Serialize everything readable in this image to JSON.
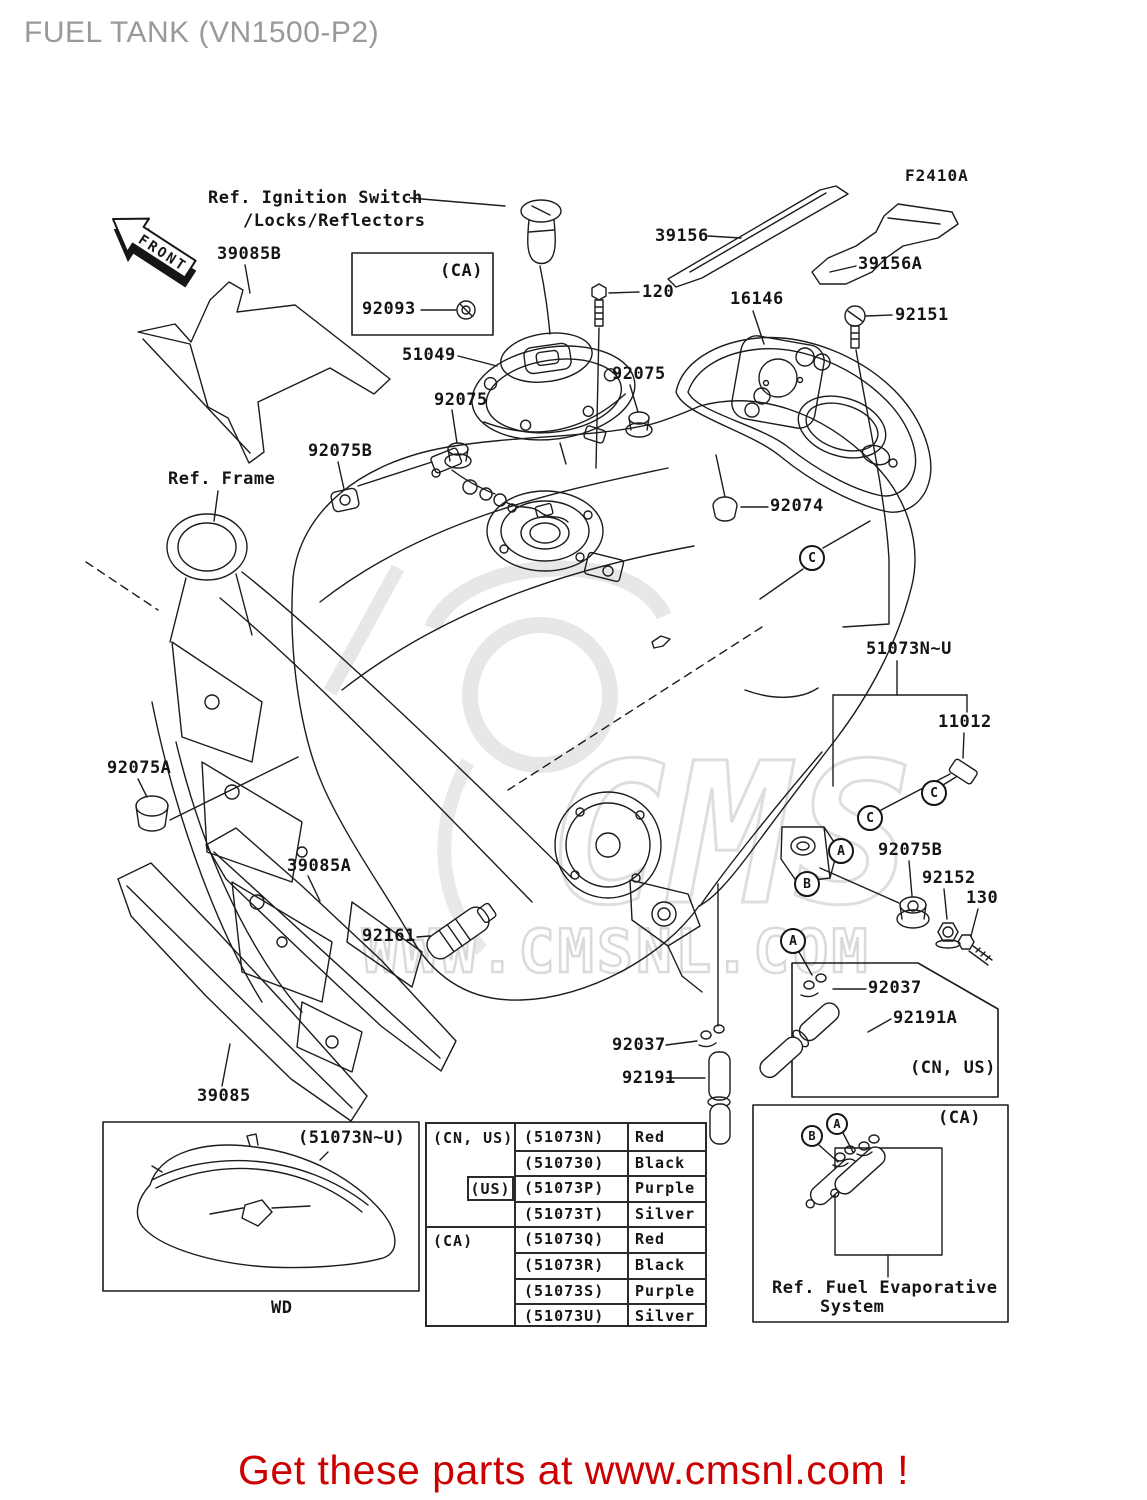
{
  "title": "FUEL TANK (VN1500-P2)",
  "figure_code": "F2410A",
  "front_badge": "FRONT",
  "watermark": {
    "big": "CMS",
    "url": "WWW.CMSNL.COM"
  },
  "banner": {
    "text": "Get these parts at www.cmsnl.com !",
    "color": "#cc0000"
  },
  "refs": {
    "ignition_line1": "Ref. Ignition Switch",
    "ignition_line2": "/Locks/Reflectors",
    "frame": "Ref. Frame",
    "fuel_evap_line1": "Ref. Fuel Evaporative",
    "fuel_evap_line2": "System"
  },
  "markers": {
    "A": "A",
    "B": "B",
    "C": "C"
  },
  "labels": {
    "l39085B": "39085B",
    "l92093": "92093",
    "l51049": "51049",
    "l120": "120",
    "l39156": "39156",
    "l39156A": "39156A",
    "l16146": "16146",
    "l92151": "92151",
    "l92075": "92075",
    "l92075B": "92075B",
    "l92074": "92074",
    "l51073NU": "51073N~U",
    "l11012": "11012",
    "l92075A": "92075A",
    "l39085A": "39085A",
    "l92161": "92161",
    "l39085": "39085",
    "l92152": "92152",
    "l130": "130",
    "l92037": "92037",
    "l92191A": "92191A",
    "l92191": "92191",
    "ca": "(CA)",
    "cn_us": "(CN, US)",
    "us": "(US)",
    "inset_variant": "(51073N~U)",
    "inset_caption": "WD"
  },
  "fitment_table": {
    "regions": {
      "cn_us": "(CN, US)",
      "us": "(US)",
      "ca": "(CA)"
    },
    "rows": [
      {
        "part": "(51073N)",
        "color": "Red"
      },
      {
        "part": "(510730)",
        "color": "Black"
      },
      {
        "part": "(51073P)",
        "color": "Purple"
      },
      {
        "part": "(51073T)",
        "color": "Silver"
      },
      {
        "part": "(51073Q)",
        "color": "Red"
      },
      {
        "part": "(51073R)",
        "color": "Black"
      },
      {
        "part": "(51073S)",
        "color": "Purple"
      },
      {
        "part": "(51073U)",
        "color": "Silver"
      }
    ]
  }
}
